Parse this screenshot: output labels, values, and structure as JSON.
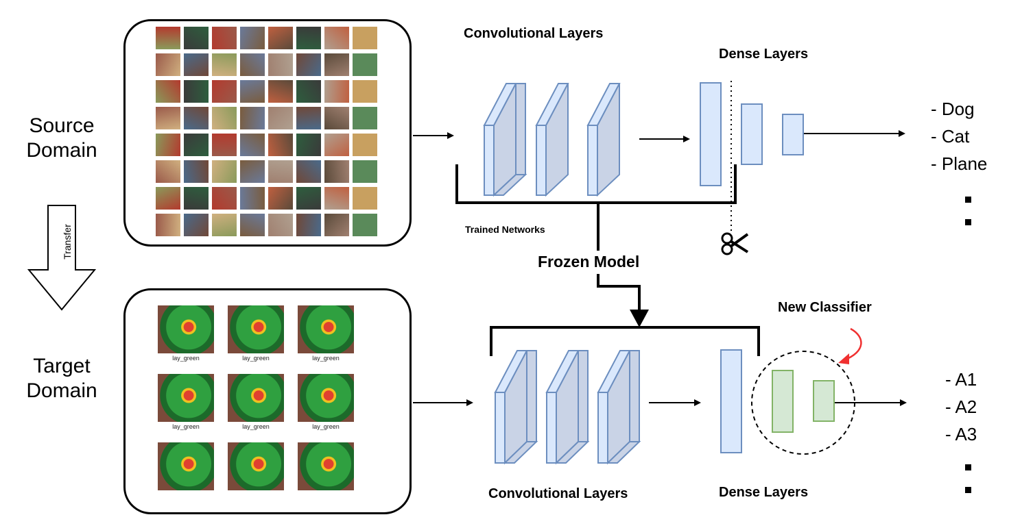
{
  "source": {
    "domain_line1": "Source",
    "domain_line2": "Domain",
    "conv_label": "Convolutional Layers",
    "dense_label": "Dense Layers",
    "trained_label": "Trained Networks",
    "outputs": [
      "- Dog",
      "- Cat",
      "- Plane"
    ]
  },
  "transfer_label": "Transfer",
  "frozen_label": "Frozen Model",
  "target": {
    "domain_line1": "Target",
    "domain_line2": "Domain",
    "conv_label": "Convolutional Layers",
    "dense_label": "Dense Layers",
    "new_classifier_label": "New Classifier",
    "outputs": [
      "- A1",
      "- A2",
      "- A3"
    ],
    "image_captions": [
      "lay_green",
      "lay_green",
      "lay_green",
      "lay_green",
      "lay_green",
      "lay_green"
    ]
  },
  "colors": {
    "conv_fill": "#c9d3e6",
    "conv_stroke": "#6c8ebf",
    "dense_fill": "#dae8fc",
    "classifier_fill": "#d5e8d4",
    "classifier_stroke": "#82b366",
    "red_arrow": "#f03030"
  },
  "icons": {
    "scissors": "scissors-icon",
    "ellipsis_dots": "vertical-ellipsis-icon"
  }
}
